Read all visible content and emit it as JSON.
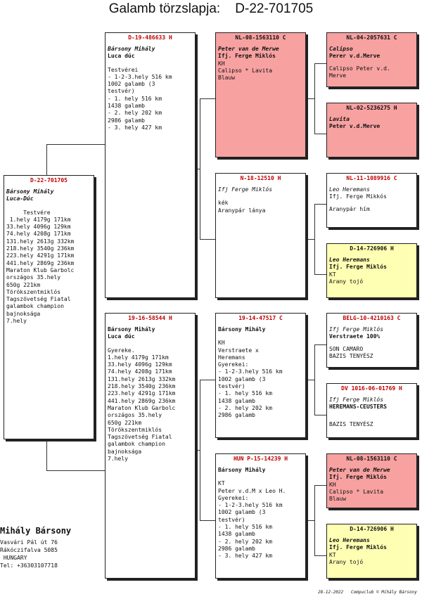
{
  "title": "Galamb törzslapja:    D-22-701705",
  "cards": [
    {
      "id": "main",
      "ring": "D-22-701705",
      "owner": "Bársony Mihály",
      "owner2": "Luca-Dúc",
      "desc": "     Testvére\n 1.hely 4179g 171km\n33.hely 4096g 129km\n74.hely 4208g 171km\n131.hely 2613g 332km\n218.hely 3540g 236km\n223.hely 4291g 171km\n441.hely 2869g 236km\nMaraton Klub Garbolc\nországos 35.hely\n650g 221km\nTörökszentmiklós\nTagszövetség Fiatal\ngalambok champion\nbajnoksága\n7.hely"
    },
    {
      "id": "sire",
      "ring": "D-19-486633 H",
      "owner": "Bársony Mihály",
      "owner2": "Luca dúc",
      "desc": "Testvérei\n- 1-2-3.hely 516 km\n1002 galamb (3\ntestvér)\n- 1. hely 516 km\n1438 galamb\n- 2. hely 202 km\n2986 galamb\n- 3. hely 427 km"
    },
    {
      "id": "dam",
      "ring": "19-16-58544 H",
      "owner": "Bársony Mihály",
      "owner2": "Luca dúc",
      "desc": "Gyereke.\n1.hely 4179g 171km\n33.hely 4096g 129km\n74.hely 4208g 171km\n131.hely 2613g 332km\n218.hely 3540g 236km\n223.hely 4291g 171km\n441.hely 2869g 236km\nMaraton Klub Garbolc\nországos 35.hely\n650g 221km\nTörökszentmiklós\nTagszövetség Fiatal\ngalambok champion\nbajnoksága\n7.hely"
    },
    {
      "id": "ss",
      "ring": "NL-08-1563110 C",
      "owner": "Peter van de Merwe",
      "owner2": "Ifj. Ferge Miklós",
      "desc": "KH\nCalipso * Lavita\nBlauw"
    },
    {
      "id": "sd",
      "ring": "N-18-12510 H",
      "owner": "Ifj Ferge Miklós",
      "owner2": "",
      "desc": "kék\nAranypár lánya"
    },
    {
      "id": "ds",
      "ring": "19-14-47517 C",
      "owner": "Bársony Mihály",
      "owner2": "",
      "desc": "KH\nVerstraete x\nHeremans\nGyerekei:\n- 1-2-3.hely 516 km\n1002 galamb (3\ntestvér)\n- 1. hely 516 km\n1438 galamb\n- 2. hely 202 km\n2986 galamb"
    },
    {
      "id": "dd",
      "ring": "HUN P-15-14239 H",
      "owner": "Bársony Mihály",
      "owner2": "",
      "desc": "KT\nPeter v.d.M x Leo H.\nGyerekei:\n- 1-2-3.hely 516 km\n1002 galamb (3\ntestvér)\n- 1. hely 516 km\n1438 galamb\n- 2. hely 202 km\n2986 galamb\n- 3. hely 427 km"
    },
    {
      "id": "sss",
      "ring": "NL-04-2057631 C",
      "owner": "Calipso",
      "owner2": "Perer v.d.Merve",
      "desc": "Calipso Peter v.d.\nMerve"
    },
    {
      "id": "ssd",
      "ring": "NL-02-5236275 H",
      "owner": "Lavita",
      "owner2": "Peter v.d.Merve",
      "desc": ""
    },
    {
      "id": "sds",
      "ring": "NL-11-1089916 C",
      "owner": "Leo Heremans",
      "owner2": "Ifj. Ferge Mikkós",
      "desc": "Aranypár hím"
    },
    {
      "id": "sdd",
      "ring": "D-14-726906 H",
      "owner": "Leo Heremans",
      "owner2": "Ifj. Ferge Miklós",
      "desc": "KT\nArany tojó"
    },
    {
      "id": "dss",
      "ring": "BELG-10-4210163 C",
      "owner": "Ifj Ferge Miklós",
      "owner2": "Verstraete 100%",
      "desc": "SON CAMARO\nBAZIS TENYÉSZ"
    },
    {
      "id": "dsd",
      "ring": "DV  1016-06-01769 H",
      "owner": "Ifj Ferge Miklós",
      "owner2": "HEREMANS-CEUSTERS",
      "desc": "\nBAZIS TENYÉSZ"
    },
    {
      "id": "dds",
      "ring": "NL-08-1563110 C",
      "owner": "Peter van de Merwe",
      "owner2": "Ifj. Ferge Miklós",
      "desc": "KH\nCalipso * Lavita\nBlauw"
    },
    {
      "id": "ddd",
      "ring": "D-14-726906 H",
      "owner": "Leo Heremans",
      "owner2": "Ifj. Ferge Miklós",
      "desc": "KT\nArany tojó"
    }
  ],
  "breeder": {
    "name": "Mihály Bársony",
    "street": "Vasvári Pál út 76",
    "city": "Rákóczifalva 5085",
    "country": " HUNGARY",
    "phone": "Tel: +36303107718"
  },
  "footer": "28-12-2022   Compuclub © Mihály Bársony",
  "colors": {
    "ring_red": "#c00000",
    "pink": "#f7a1a1",
    "yellow": "#ffffb3"
  }
}
